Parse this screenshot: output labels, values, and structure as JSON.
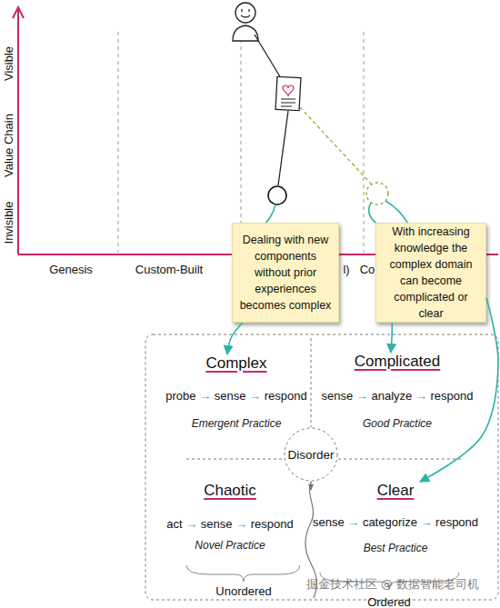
{
  "diagram": {
    "nodes": [
      {
        "text": [
          "Dealing with new components without prior experiences becomes complex"
        ]
      },
      {
        "text": [
          "With increasing knowledge the complex domain can become complicated or clear"
        ]
      },
      {
        "text": [
          "Complex",
          "probe → sense → respond",
          "Emergent Practice"
        ]
      },
      {
        "text": [
          "Complicated",
          "sense → analyze → respond",
          "Good Practice"
        ]
      },
      {
        "text": [
          "Disorder"
        ]
      },
      {
        "text": [
          "Chaotic",
          "act → sense → respond",
          "Novel Practice"
        ]
      },
      {
        "text": [
          "Clear",
          "sense → categorize → respond",
          "Best Practice"
        ]
      }
    ],
    "edges": [
      {
        "from": 0,
        "to": 2,
        "arrow": "to"
      },
      {
        "from": 1,
        "to": 3,
        "arrow": "to"
      },
      {
        "from": 1,
        "to": 6,
        "arrow": "to"
      }
    ],
    "labels": [
      "Visible",
      "Value Chain",
      "Invisible",
      "Genesis",
      "Custom-Built",
      "l)",
      "Co",
      "Unordered",
      "Ordered",
      "掘金技术社区 @ 数据智能老司机"
    ]
  }
}
